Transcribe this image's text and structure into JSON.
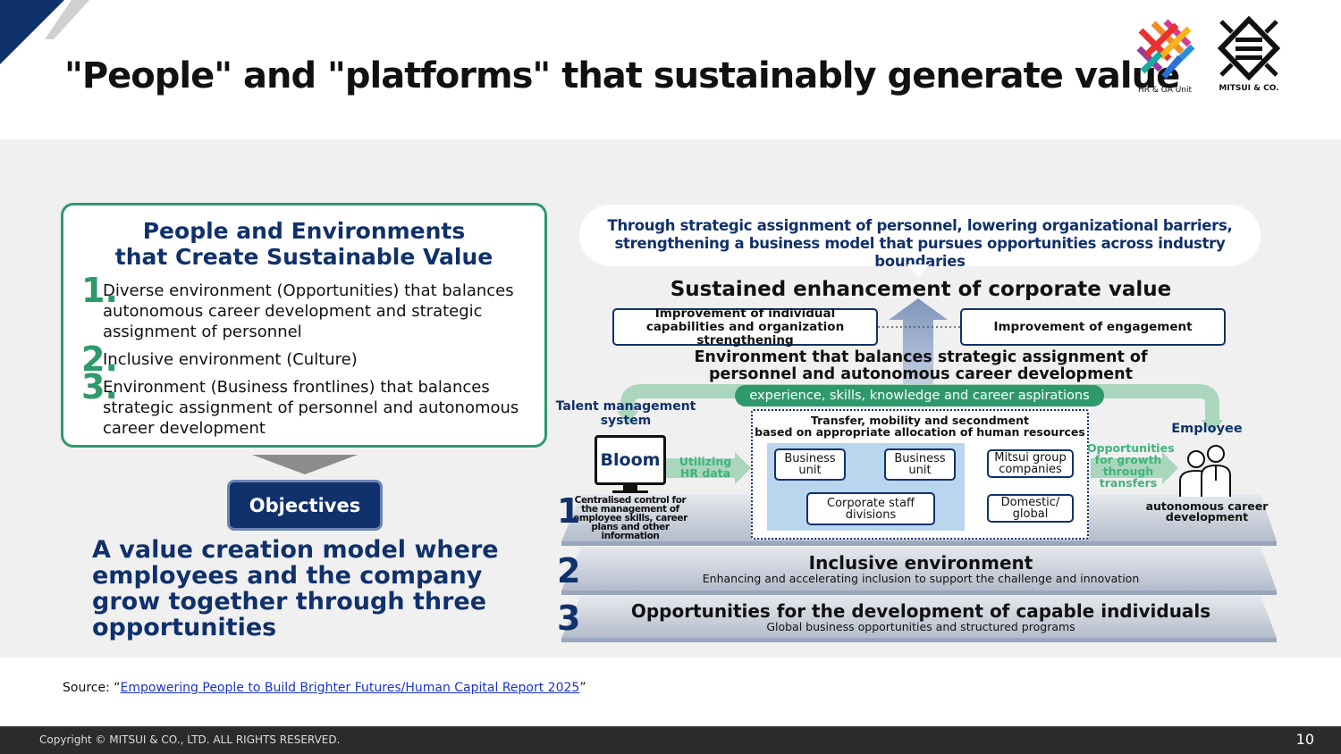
{
  "header": {
    "title": "\"People\" and \"platforms\" that sustainably generate value",
    "logo_hr_caption": "HR & GA Unit",
    "logo_mitsui_caption": "MITSUI & CO."
  },
  "left_panel": {
    "heading_line1": "People and Environments",
    "heading_line2": "that Create Sustainable Value",
    "items": [
      {
        "num": "1.",
        "text": "Diverse environment (Opportunities) that balances autonomous career development and strategic assignment of personnel"
      },
      {
        "num": "2.",
        "text": "Inclusive environment (Culture)"
      },
      {
        "num": "3.",
        "text": "Environment (Business frontlines) that balances strategic assignment of personnel and autonomous career development"
      }
    ],
    "objectives_label": "Objectives",
    "statement": "A value creation model where employees and the company grow together through three opportunities"
  },
  "diagram": {
    "bubble_line1": "Through strategic assignment of personnel, lowering organizational barriers,",
    "bubble_line2": "strengthening a business model that pursues opportunities across industry boundaries",
    "sustained_title": "Sustained enhancement of corporate value",
    "box_capabilities": "Improvement of individual capabilities and organization strengthening",
    "box_engagement": "Improvement of engagement",
    "env_title_line1": "Environment that balances strategic assignment of",
    "env_title_line2": "personnel and autonomous career development",
    "experience_pill": "experience, skills, knowledge and career aspirations",
    "talent_system": "Talent management system",
    "bloom": "Bloom",
    "central_control": "Centralised control for the management of employee skills, career plans and other information",
    "utilizing": "Utilizing HR data",
    "transfer_line1": "Transfer, mobility and secondment",
    "transfer_line2": "based on appropriate allocation of human resources",
    "business_unit_1": "Business unit",
    "business_unit_2": "Business unit",
    "corporate_staff": "Corporate staff divisions",
    "mitsui_group": "Mitsui group companies",
    "domestic_global": "Domestic/ global",
    "opportunities_growth": "Opportunities for growth through transfers",
    "employee": "Employee",
    "autonomous": "autonomous career development",
    "layers": [
      {
        "num": "1"
      },
      {
        "num": "2",
        "title": "Inclusive environment",
        "sub": "Enhancing and accelerating inclusion to support the challenge and innovation"
      },
      {
        "num": "3",
        "title": "Opportunities for the development of capable individuals",
        "sub": "Global business opportunities and structured programs"
      }
    ]
  },
  "source": {
    "prefix": "Source: “",
    "link": "Empowering People to Build Brighter Futures/Human Capital Report 2025",
    "suffix": "”"
  },
  "footer": {
    "copyright": "Copyright © MITSUI & CO., LTD. ALL RIGHTS RESERVED.",
    "page": "10"
  },
  "colors": {
    "navy": "#10316b",
    "green": "#2e9a6c",
    "light_green": "#a9d6bc",
    "light_blue": "#b9d6ee"
  }
}
